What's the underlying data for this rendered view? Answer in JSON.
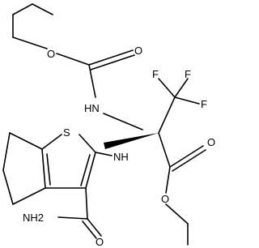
{
  "molecule": {
    "atom_labels": {
      "o_ester_top": "O",
      "o_carbonyl_top": "O",
      "nh_carbamate": "HN",
      "f_left": "F",
      "f_right": "F",
      "f_lower": "F",
      "nh_amine": "NH",
      "s_thiophene": "S",
      "o_carbonyl_right": "O",
      "o_ester_right": "O",
      "nh2_amide": "NH2",
      "o_amide": "O"
    },
    "stereo": "wedge bond at quaternary carbon",
    "colors": {
      "ink": "#000000",
      "background": "#ffffff"
    }
  }
}
